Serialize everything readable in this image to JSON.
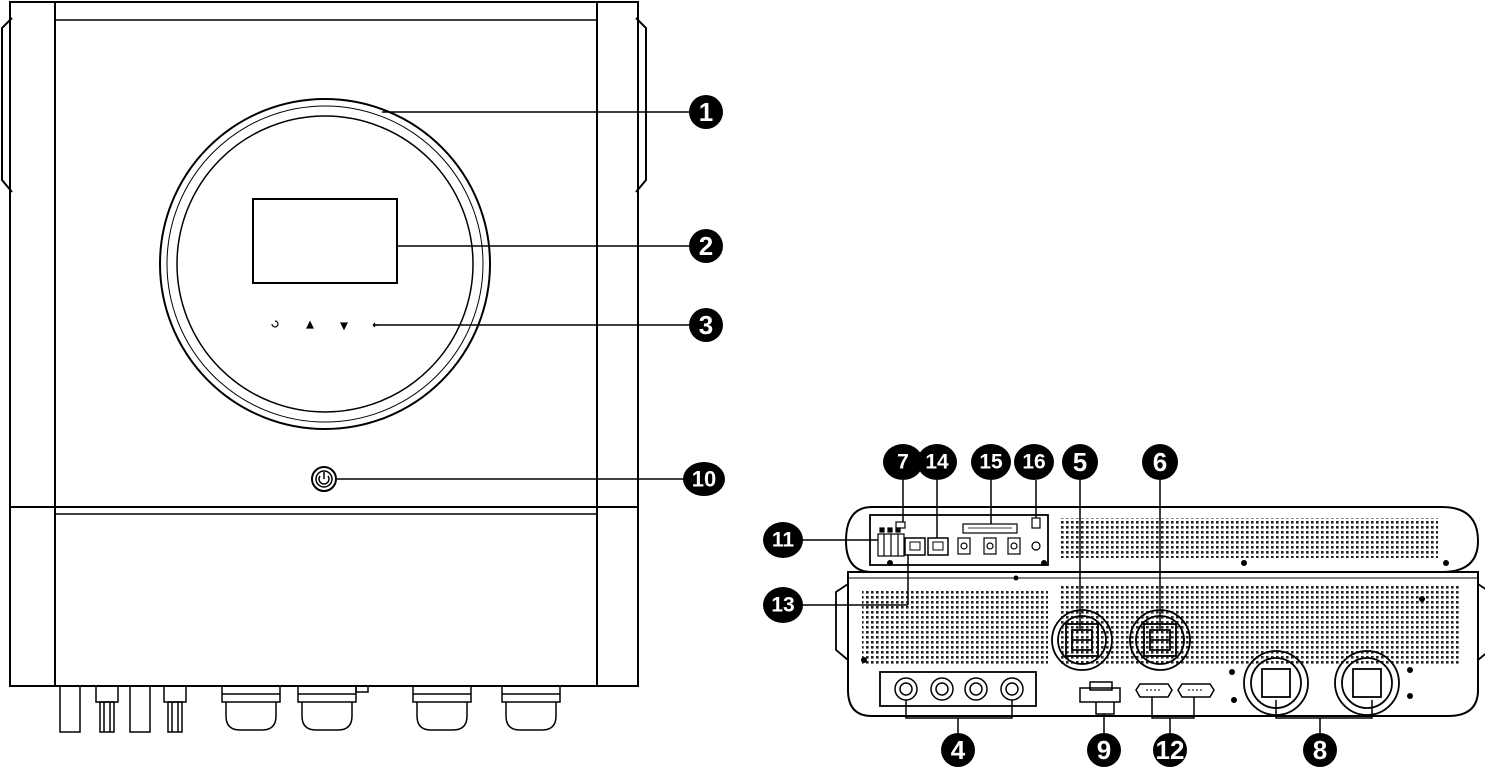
{
  "front_view": {
    "callouts": [
      "1",
      "2",
      "3",
      "10"
    ],
    "touch_icons": [
      "power-cycle-icon",
      "up-icon",
      "down-icon",
      "enter-icon"
    ]
  },
  "bottom_view": {
    "callouts": [
      "4",
      "5",
      "6",
      "7",
      "8",
      "9",
      "11",
      "12",
      "13",
      "14",
      "15",
      "16"
    ]
  },
  "colors": {
    "line": "#000000",
    "callout_fill": "#000000",
    "callout_text": "#ffffff",
    "background": "#ffffff"
  }
}
